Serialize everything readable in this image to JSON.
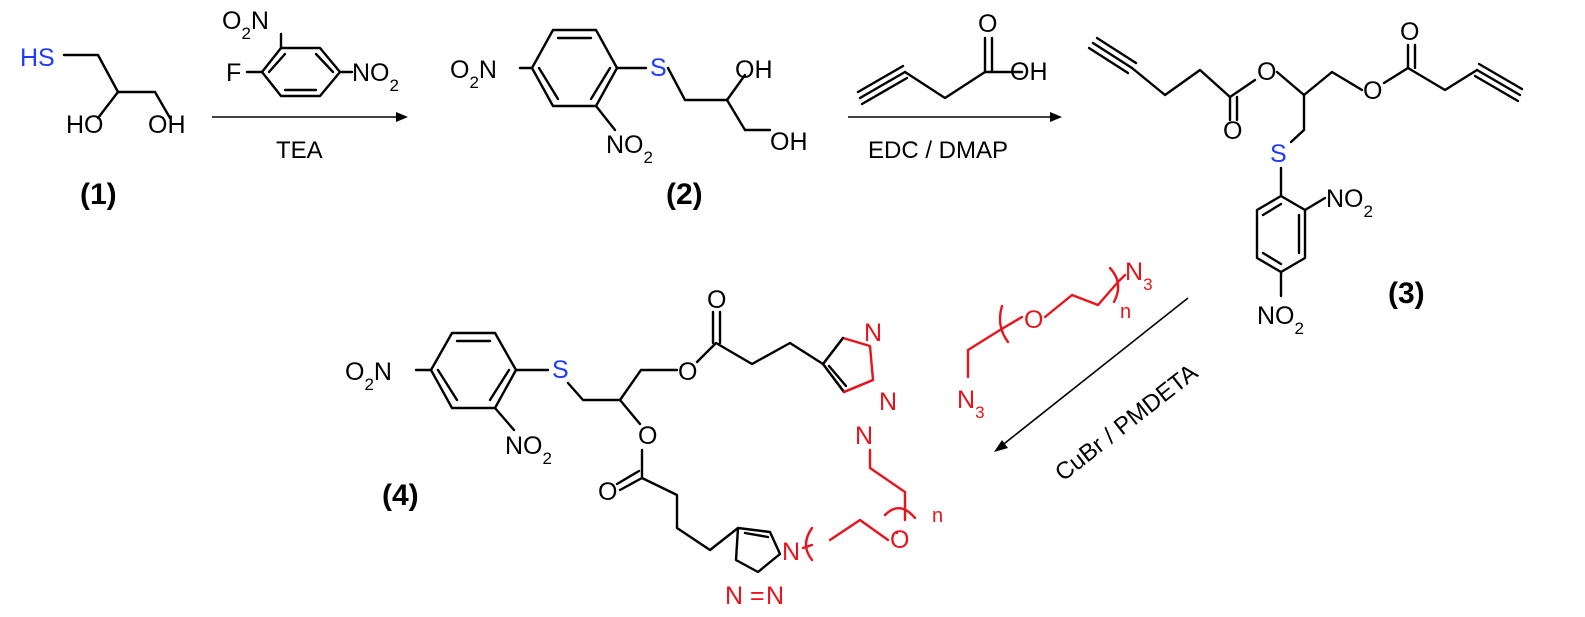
{
  "colors": {
    "black": "#000000",
    "sulfur": "#1e3cff",
    "peg": "#e8141c"
  },
  "labels": {
    "HS": "HS",
    "HO": "HO",
    "OH": "OH",
    "S": "S",
    "O": "O",
    "F": "F",
    "O2N": "O",
    "O2N_sub": "2",
    "O2N_N": "N",
    "NO2_N": "NO",
    "NO2_sub": "2",
    "N": "N",
    "N3_N": "N",
    "N3_sub": "3",
    "n": "n"
  },
  "reagents": {
    "step1": "TEA",
    "step2": "EDC / DMAP",
    "step3": "CuBr / PMDETA"
  },
  "compounds": {
    "c1": "(1)",
    "c2": "(2)",
    "c3": "(3)",
    "c4": "(4)"
  }
}
